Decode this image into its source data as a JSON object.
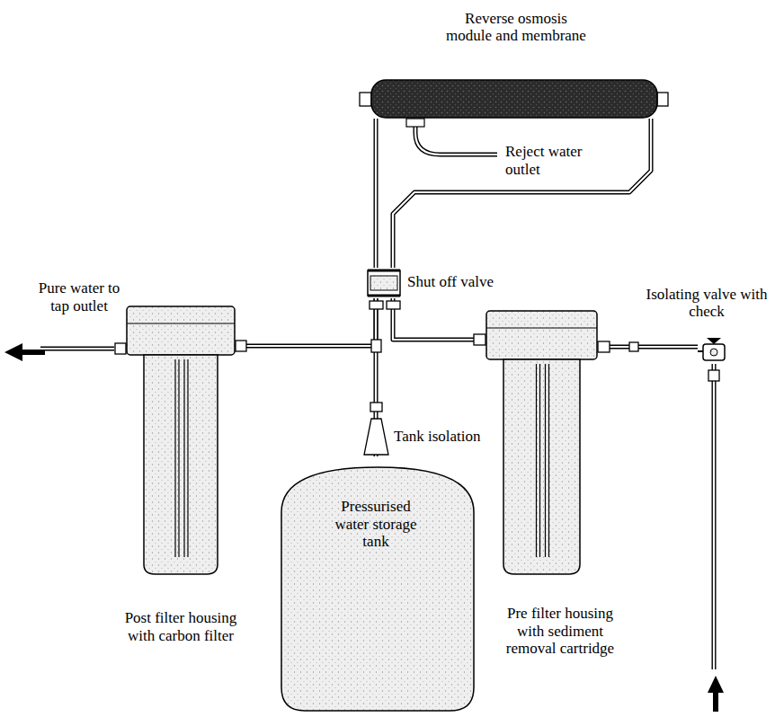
{
  "diagram": {
    "nodes": [
      {
        "text": [
          "Reverse osmosis module and membrane"
        ]
      },
      {
        "text": [
          "Shut off valve"
        ]
      },
      {
        "text": [
          "Pressurised water storage tank"
        ]
      },
      {
        "text": [
          "Post filter housing with carbon filter"
        ]
      },
      {
        "text": [
          "Pre filter housing with sediment removal cartridge"
        ]
      },
      {
        "text": [
          "Isolating valve with check"
        ]
      }
    ],
    "edges": [
      {
        "from": 5,
        "to": 4,
        "arrow": "none"
      },
      {
        "from": 4,
        "to": 1,
        "arrow": "none"
      },
      {
        "from": 1,
        "to": 0,
        "arrow": "none"
      },
      {
        "from": 0,
        "to": 1,
        "arrow": "none"
      },
      {
        "from": 1,
        "to": 2,
        "arrow": "none"
      },
      {
        "from": 1,
        "to": 3,
        "arrow": "none"
      }
    ],
    "labels": [
      "Reject water outlet",
      "Pure water to tap outlet",
      "Tank isolation"
    ]
  }
}
